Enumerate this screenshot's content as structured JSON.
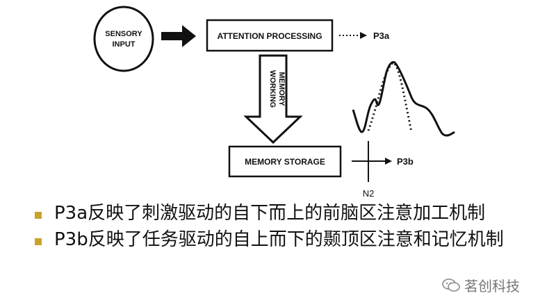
{
  "diagram": {
    "sensory_input_line1": "SENSORY",
    "sensory_input_line2": "INPUT",
    "attention_processing": "ATTENTION PROCESSING",
    "p3a_label": "P3a",
    "working_memory_line1": "WORKING",
    "working_memory_line2": "MEMORY",
    "memory_storage": "MEMORY STORAGE",
    "p3b_label": "P3b",
    "n2_label": "N2"
  },
  "bullets": [
    {
      "text": "P3a反映了刺激驱动的自下而上的前脑区注意加工机制"
    },
    {
      "text": "P3b反映了任务驱动的自上而下的颞顶区注意和记忆机制"
    }
  ],
  "watermark": {
    "icon": "wechat-icon",
    "text": "茗创科技"
  },
  "colors": {
    "bullet": "#c9a227",
    "ink": "#111111"
  }
}
